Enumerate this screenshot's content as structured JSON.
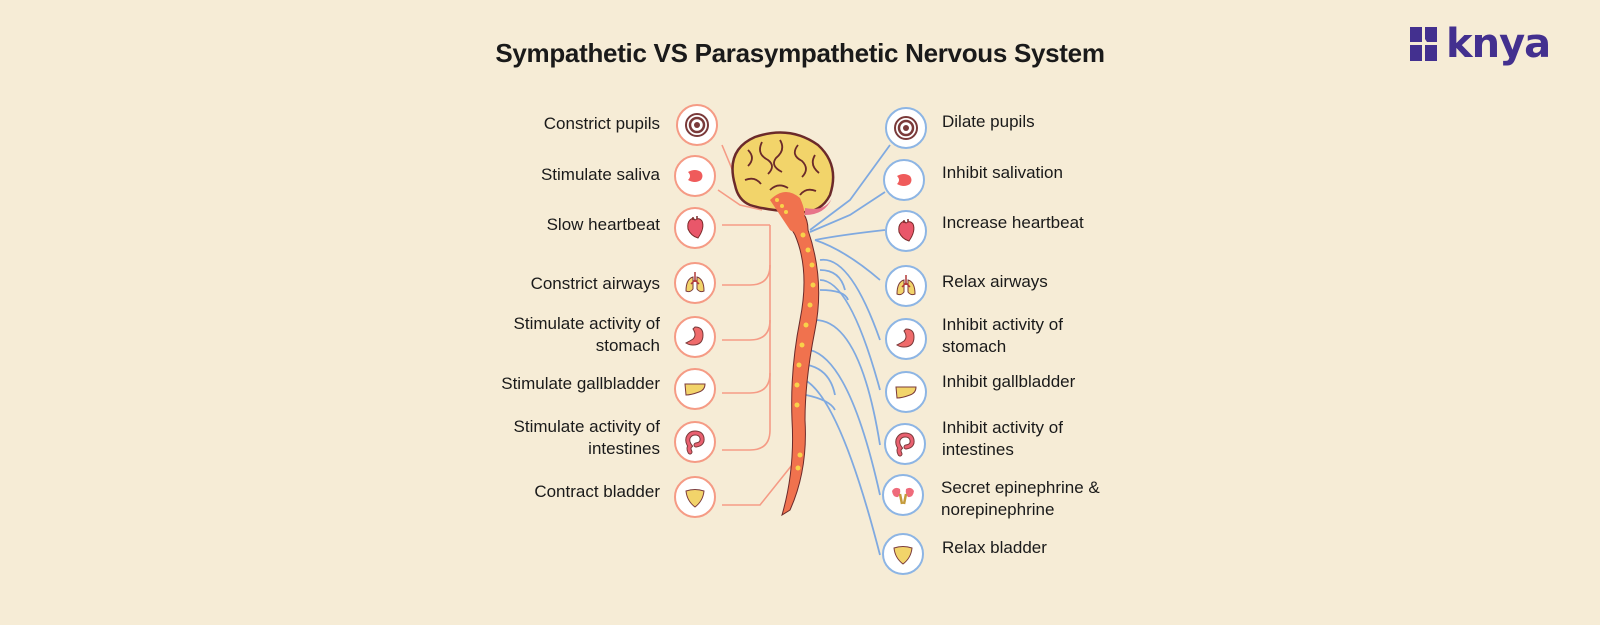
{
  "title": "Sympathetic VS Parasympathetic Nervous System",
  "brand": {
    "name": "knya",
    "color": "#43308f"
  },
  "colors": {
    "background": "#f6ecd6",
    "left_connector": "#f59b85",
    "right_connector": "#7fa9e0",
    "spine": "#f0724e",
    "brain": "#f2d46a",
    "brain_outline": "#6b2a2a"
  },
  "left_column": {
    "items": [
      {
        "label": "Constrict pupils",
        "icon": "eye-icon"
      },
      {
        "label": "Stimulate saliva",
        "icon": "salivary-gland-icon"
      },
      {
        "label": "Slow heartbeat",
        "icon": "heart-icon"
      },
      {
        "label": "Constrict airways",
        "icon": "lungs-icon"
      },
      {
        "label": "Stimulate activity of stomach",
        "icon": "stomach-icon"
      },
      {
        "label": "Stimulate gallbladder",
        "icon": "gallbladder-icon"
      },
      {
        "label": "Stimulate activity of intestines",
        "icon": "intestines-icon"
      },
      {
        "label": "Contract bladder",
        "icon": "bladder-icon"
      }
    ]
  },
  "right_column": {
    "items": [
      {
        "label": "Dilate pupils",
        "icon": "eye-icon"
      },
      {
        "label": "Inhibit salivation",
        "icon": "salivary-gland-icon"
      },
      {
        "label": "Increase heartbeat",
        "icon": "heart-icon"
      },
      {
        "label": "Relax airways",
        "icon": "lungs-icon"
      },
      {
        "label": "Inhibit activity of stomach",
        "icon": "stomach-icon"
      },
      {
        "label": "Inhibit gallbladder",
        "icon": "gallbladder-icon"
      },
      {
        "label": "Inhibit activity of intestines",
        "icon": "intestines-icon"
      },
      {
        "label": "Secret epinephrine & norepinephrine",
        "icon": "adrenal-kidney-icon"
      },
      {
        "label": "Relax bladder",
        "icon": "bladder-icon"
      }
    ]
  }
}
